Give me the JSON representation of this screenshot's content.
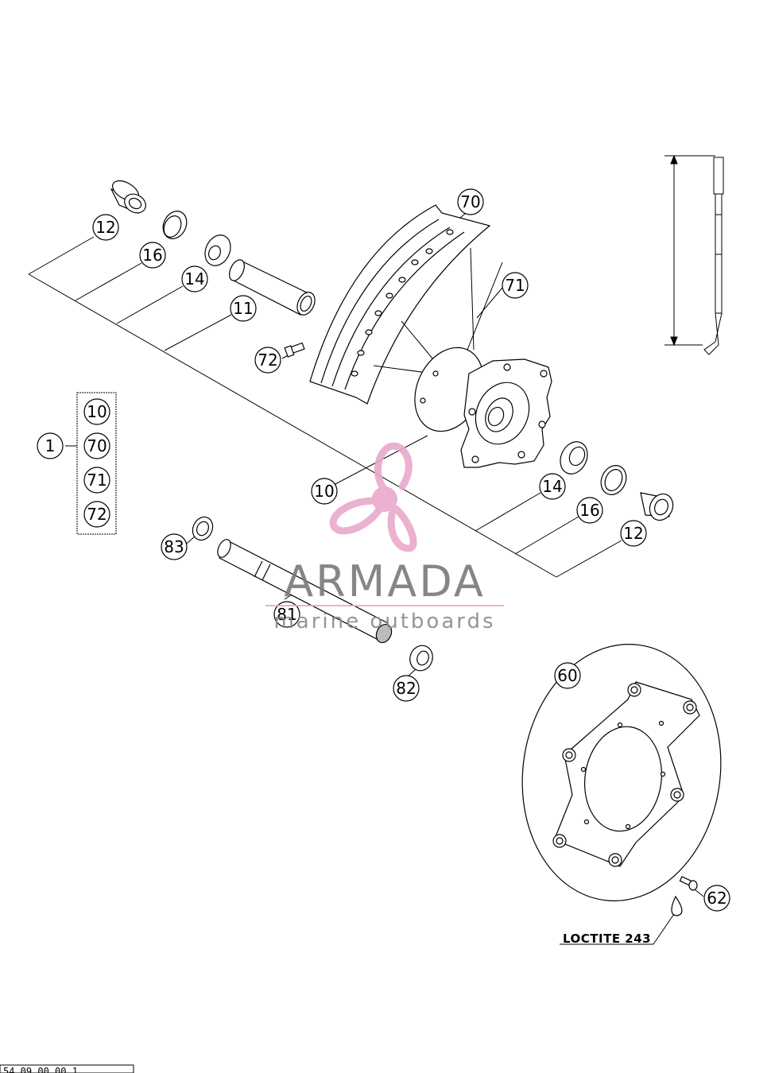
{
  "callouts": {
    "c12a": "12",
    "c16a": "16",
    "c14a": "14",
    "c11": "11",
    "c72a": "72",
    "c70a": "70",
    "c71a": "71",
    "c10a": "10",
    "c14b": "14",
    "c16b": "16",
    "c12b": "12",
    "c83": "83",
    "c81": "81",
    "c82": "82",
    "c60": "60",
    "c62": "62"
  },
  "kit": {
    "parent": "1",
    "items": [
      "10",
      "70",
      "71",
      "72"
    ]
  },
  "note": "LOCTITE 243",
  "watermark": {
    "brand": "ARMADA",
    "tagline": "marine outboards",
    "colors": {
      "accent": "#e8a9cc",
      "text": "#7a7a7a"
    }
  },
  "footer": "54.09.00.00.1"
}
